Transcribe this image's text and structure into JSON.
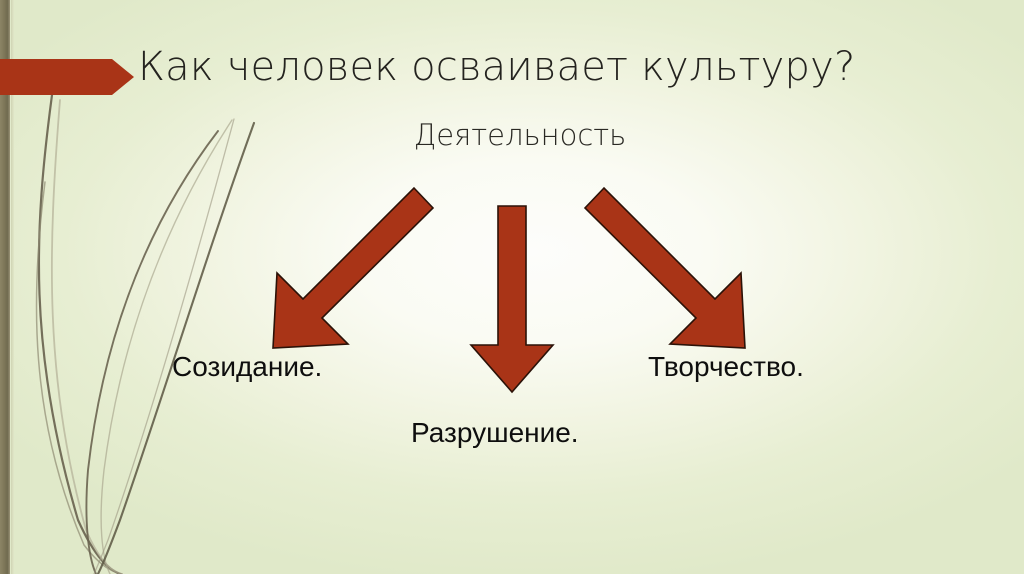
{
  "slide": {
    "title": "Как человек осваивает культуру?",
    "subtitle": "Деятельность",
    "background_color": "#e3ebcd",
    "accent_color": "#a93417",
    "sidebar_color": "#7d7658"
  },
  "banner": {
    "icon": "right-arrow-banner",
    "color": "#a93417"
  },
  "decoration": {
    "icon": "grass-blades-decoration",
    "stroke_color": "#6a6450"
  },
  "diagram": {
    "type": "three-branch-arrow-diagram",
    "root": "Деятельность",
    "arrow_color": "#a93417",
    "branches": [
      {
        "id": "left",
        "label": "Созидание.",
        "arrow": "down-left-arrow",
        "direction": "down-left"
      },
      {
        "id": "center",
        "label": "Разрушение.",
        "arrow": "down-arrow",
        "direction": "down"
      },
      {
        "id": "right",
        "label": "Творчество.",
        "arrow": "down-right-arrow",
        "direction": "down-right"
      }
    ]
  }
}
